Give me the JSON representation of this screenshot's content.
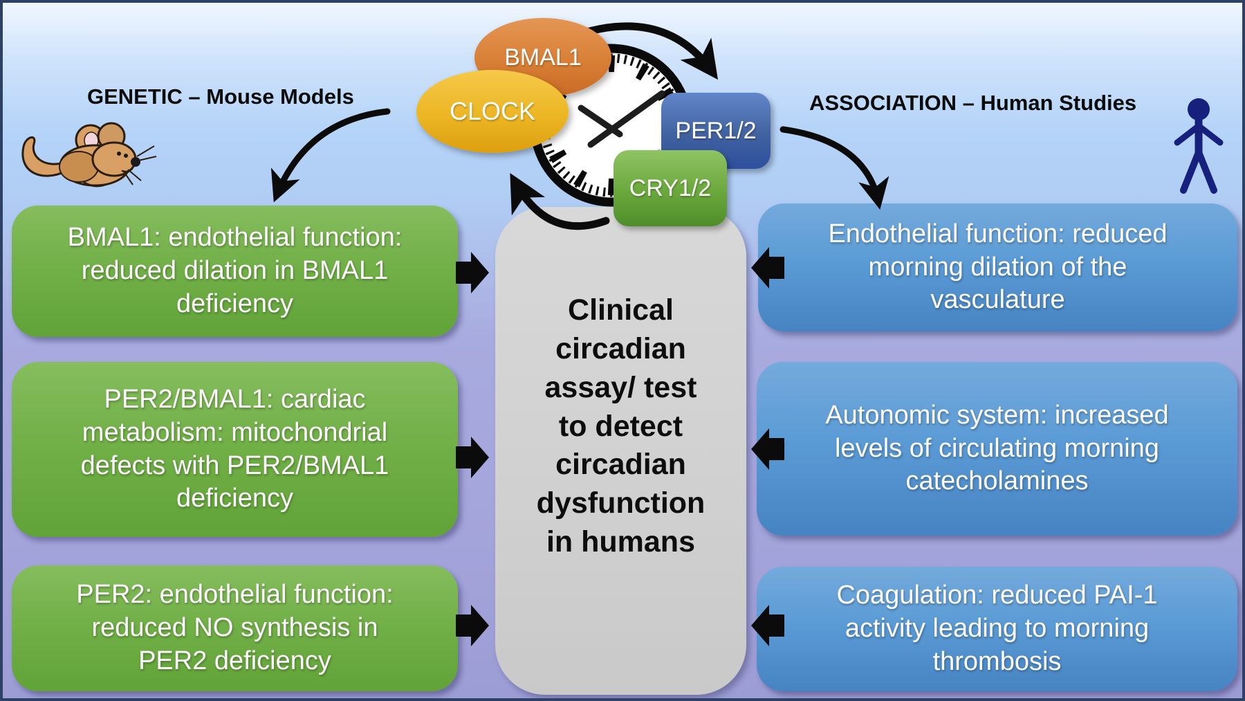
{
  "headers": {
    "genetic": "GENETIC – Mouse Models",
    "association": "ASSOCIATION – Human Studies"
  },
  "core_clock": {
    "bmal1_label": "BMAL1",
    "clock_label": "CLOCK",
    "per_label": "PER1/2",
    "cry_label": "CRY1/2"
  },
  "center_box": {
    "text": "Clinical\ncircadian\nassay/ test\nto detect\ncircadian\ndysfunction\nin humans"
  },
  "genetic_findings": [
    {
      "text": "BMAL1: endothelial function:\nreduced dilation in BMAL1\ndeficiency"
    },
    {
      "text": "PER2/BMAL1: cardiac\nmetabolism: mitochondrial\ndefects with PER2/BMAL1\ndeficiency"
    },
    {
      "text": "PER2: endothelial function:\nreduced NO synthesis in\nPER2 deficiency"
    }
  ],
  "association_findings": [
    {
      "text": "Endothelial function: reduced\nmorning dilation of the\nvasculature"
    },
    {
      "text": "Autonomic system: increased\nlevels of circulating morning\ncatecholamines"
    },
    {
      "text": "Coagulation: reduced PAI-1\nactivity leading to morning\nthrombosis"
    }
  ],
  "icons": {
    "mouse": "mouse-icon",
    "person": "person-icon",
    "clock_face": "clock-face-icon"
  },
  "colors": {
    "frame_border": "#2c4163",
    "background_top": "#f0f7fe",
    "background_blue": "#b2d3f7",
    "background_lavender": "#9e9ed6",
    "genetic_box_green": "#6fae47",
    "association_box_blue": "#5b9bd5",
    "center_box_gray": "#d2d2d2",
    "bmal1_orange": "#d87f36",
    "clock_yellow": "#ecb625",
    "per_blue": "#3b5aa6",
    "cry_green": "#5f9e35",
    "arrow_black": "#0b0b0b",
    "person_navy": "#18207e",
    "mouse_tan": "#d9a066"
  }
}
